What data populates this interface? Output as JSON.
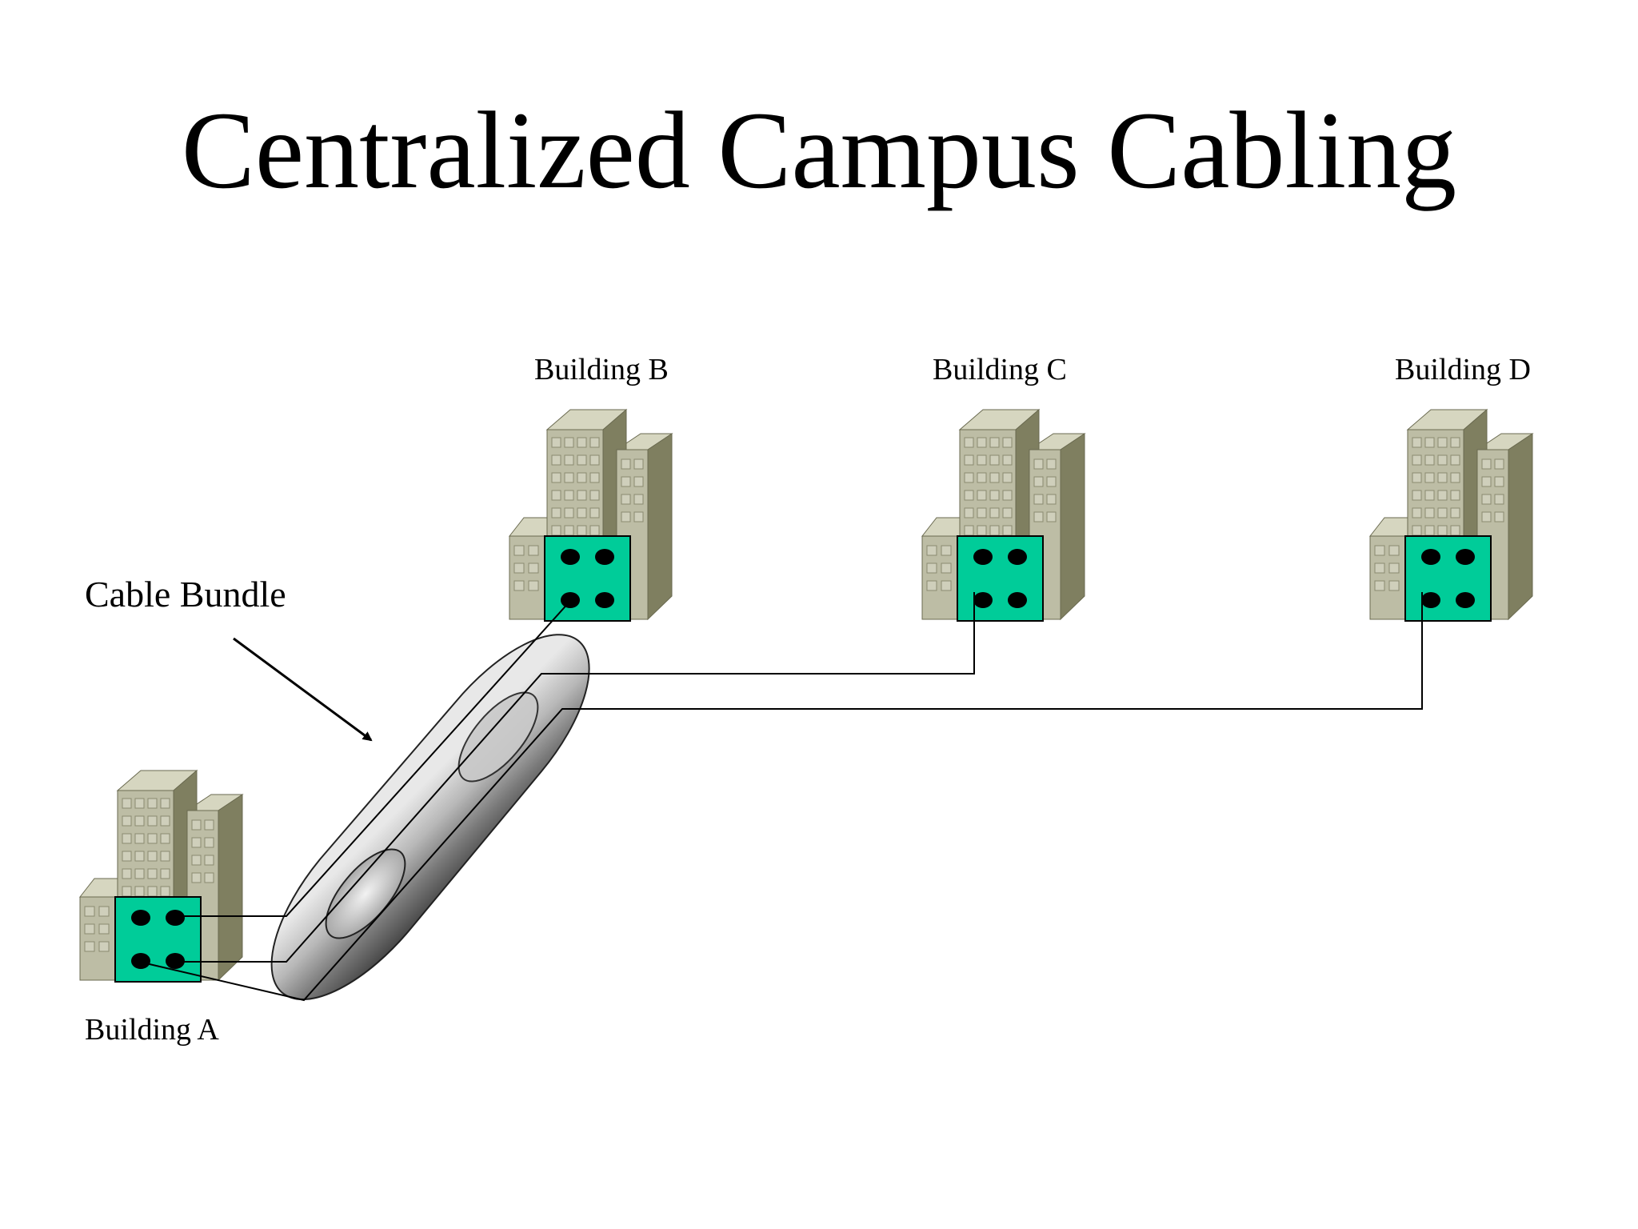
{
  "title": "Centralized Campus Cabling",
  "cable_bundle_label": "Cable Bundle",
  "buildings": [
    {
      "id": "a",
      "label": "Building A"
    },
    {
      "id": "b",
      "label": "Building B"
    },
    {
      "id": "c",
      "label": "Building C"
    },
    {
      "id": "d",
      "label": "Building D"
    }
  ],
  "colors": {
    "building_front": "#bdbda5",
    "building_side": "#7f7f60",
    "building_top": "#d6d6c0",
    "window": "#cfcfbb",
    "panel": "#00cc99",
    "panel_dot": "#000000",
    "cable": "#000000"
  },
  "icons": [
    "building-icon",
    "patch-panel-icon",
    "cable-bundle-icon",
    "arrow-icon"
  ]
}
